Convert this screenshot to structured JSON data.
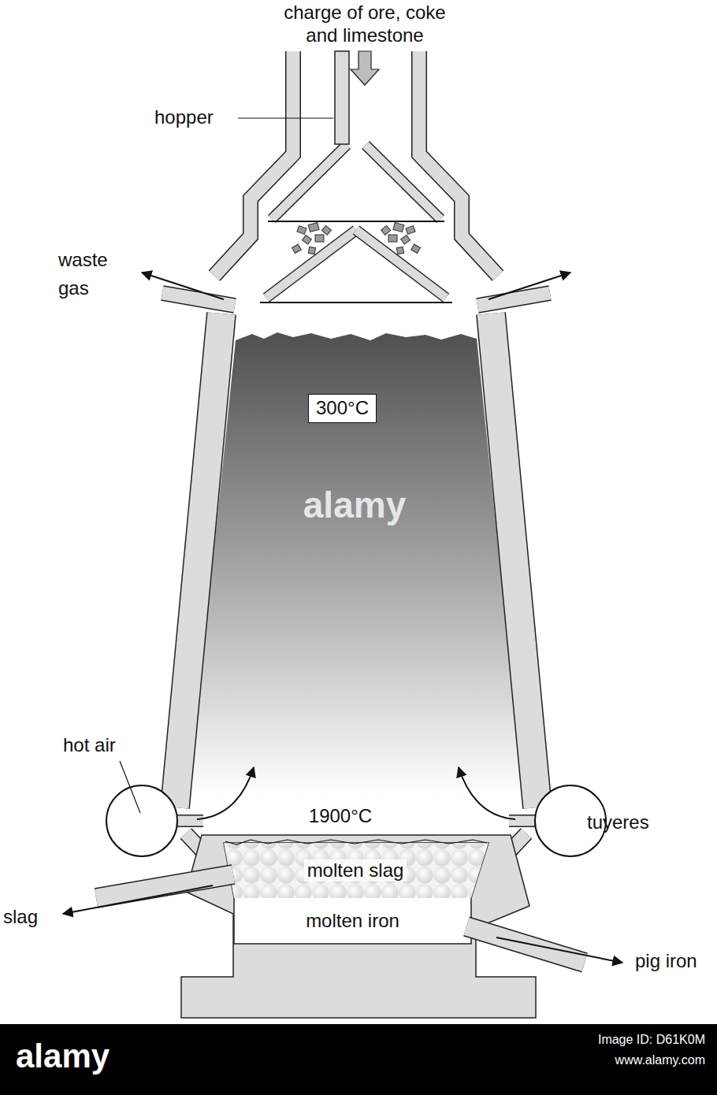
{
  "diagram": {
    "nodes": [
      {
        "text": [
          "300°C"
        ]
      },
      {
        "text": [
          "molten slag"
        ]
      },
      {
        "text": [
          "molten iron"
        ]
      }
    ],
    "labels": [
      "charge of ore, coke and limestone",
      "hopper",
      "waste gas",
      "hot air",
      "1900°C",
      "tuyeres",
      "slag",
      "pig iron",
      "alamy",
      "alamy",
      "Image ID: D61K0M",
      "www.alamy.com"
    ]
  }
}
